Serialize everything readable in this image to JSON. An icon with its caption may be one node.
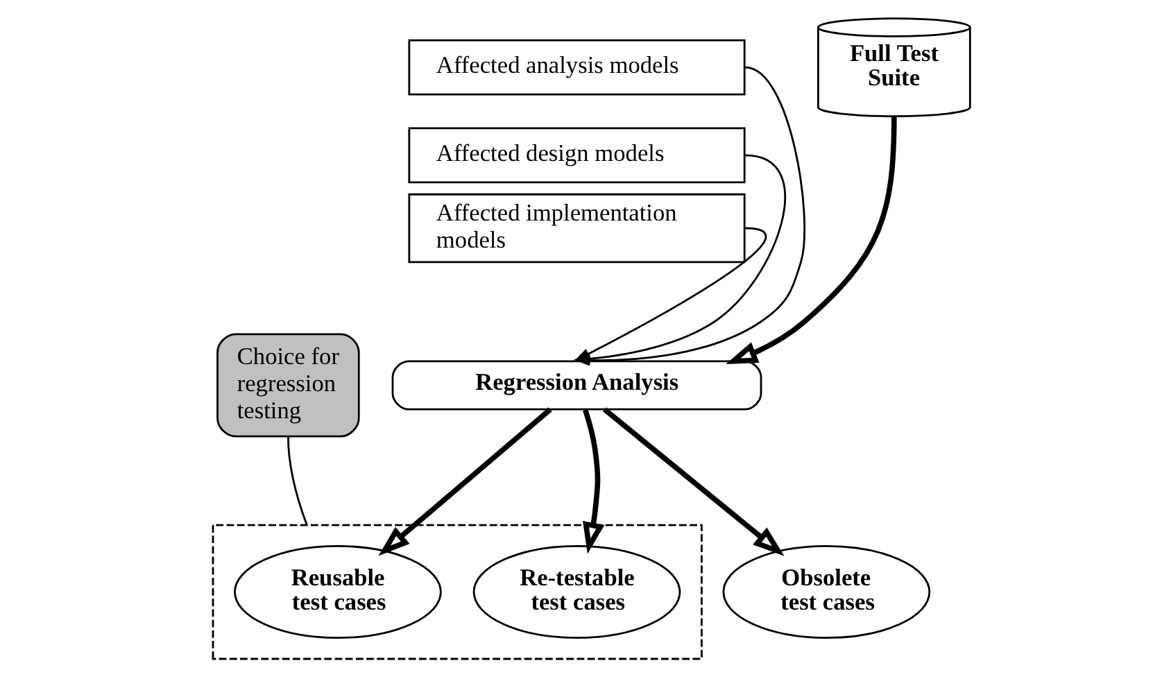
{
  "diagram": {
    "nodes": [
      {
        "text": [
          "Affected analysis models"
        ]
      },
      {
        "text": [
          "Affected design models"
        ]
      },
      {
        "text": [
          "Affected implementation models"
        ]
      },
      {
        "text": [
          "Full Test Suite"
        ]
      },
      {
        "text": [
          "Choice for regression testing"
        ]
      },
      {
        "text": [
          "Regression Analysis"
        ]
      },
      {
        "text": [],
        "shape": "box"
      },
      {
        "text": [
          "Reusable test cases"
        ],
        "in": 6
      },
      {
        "text": [
          "Re-testable test cases"
        ],
        "in": 6
      },
      {
        "text": [
          "Obsolete test cases"
        ]
      }
    ],
    "edges": [
      {
        "from": 0,
        "to": 5,
        "arrow": "to"
      },
      {
        "from": 1,
        "to": 5,
        "arrow": "to"
      },
      {
        "from": 2,
        "to": 5,
        "arrow": "to"
      },
      {
        "from": 3,
        "to": 5,
        "arrow": "to",
        "style": "thick"
      },
      {
        "from": 5,
        "to": 7,
        "arrow": "to",
        "style": "thick"
      },
      {
        "from": 5,
        "to": 8,
        "arrow": "to",
        "style": "thick"
      },
      {
        "from": 5,
        "to": 9,
        "arrow": "to",
        "style": "thick"
      },
      {
        "from": 4,
        "to": 6,
        "arrow": "none"
      }
    ]
  }
}
